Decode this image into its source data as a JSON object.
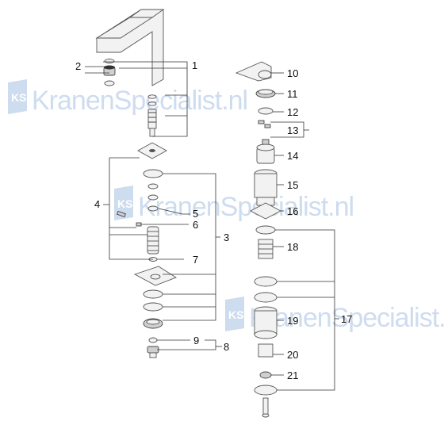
{
  "watermark": {
    "brand_text": "KranenSpecialist.nl",
    "logo_letters": "KS",
    "color": "#c9d9ee"
  },
  "callouts": {
    "c1": "1",
    "c2": "2",
    "c3": "3",
    "c4": "4",
    "c5": "5",
    "c6": "6",
    "c7": "7",
    "c8": "8",
    "c9": "9",
    "c10": "10",
    "c11": "11",
    "c12": "12",
    "c13": "13",
    "c14": "14",
    "c15": "15",
    "c16": "16",
    "c17": "17",
    "c18": "18",
    "c19": "19",
    "c20": "20",
    "c21": "21"
  }
}
